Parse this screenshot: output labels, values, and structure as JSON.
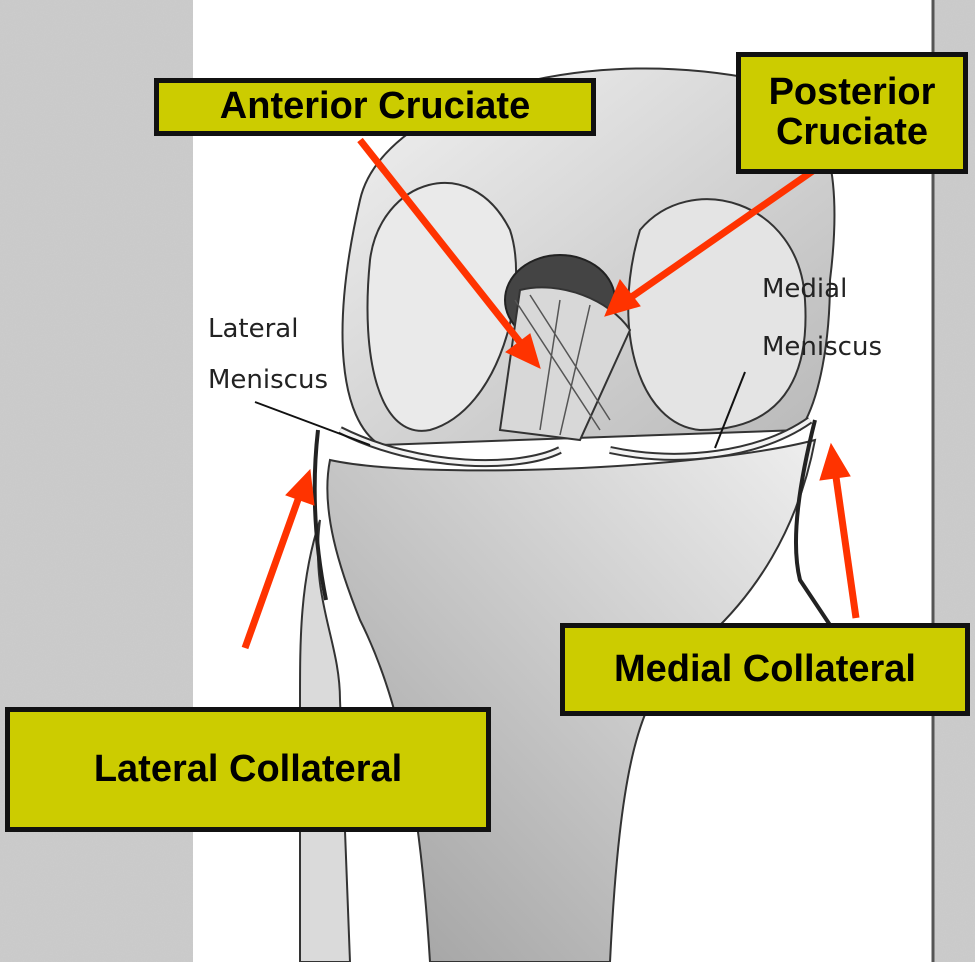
{
  "colors": {
    "background_texture": "#c9c9c9",
    "panel": "#ffffff",
    "label_fill": "#cccc00",
    "label_border": "#111111",
    "arrow": "#ff3300",
    "drawing_line": "#222222"
  },
  "labels": {
    "anterior_cruciate": "Anterior Cruciate",
    "posterior_cruciate_line1": "Posterior",
    "posterior_cruciate_line2": "Cruciate",
    "medial_collateral": "Medial Collateral",
    "lateral_collateral": "Lateral Collateral"
  },
  "drawing_labels": {
    "lateral_line1": "Lateral",
    "lateral_line2": "Meniscus",
    "medial_line1": "Medial",
    "medial_line2": "Meniscus"
  }
}
